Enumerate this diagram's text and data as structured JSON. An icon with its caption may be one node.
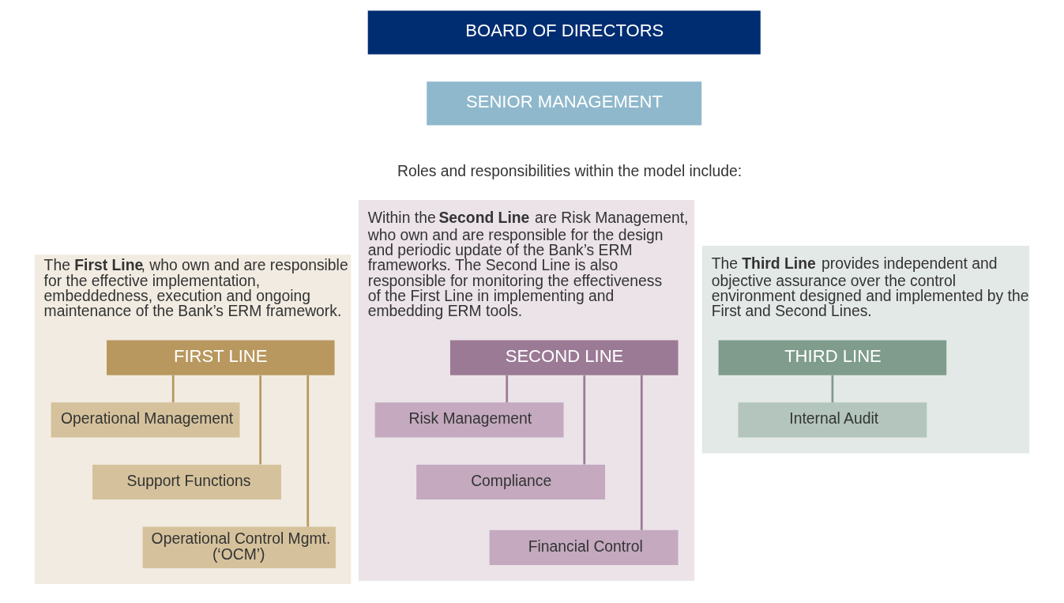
{
  "diagram": {
    "nodes": [
      {
        "text": [
          "BOARD OF DIRECTORS"
        ]
      },
      {
        "text": [
          "SENIOR MANAGEMENT"
        ]
      },
      {
        "text": [
          "The **First Line**, who own and are responsible for the effective implementation, embeddedness, execution and ongoing maintenance of the Bank’s ERM framework."
        ]
      },
      {
        "text": [
          "FIRST LINE"
        ],
        "in": 2
      },
      {
        "text": [
          "Operational Management"
        ],
        "in": 2
      },
      {
        "text": [
          "Support Functions"
        ],
        "in": 2
      },
      {
        "text": [
          "Operational Control Mgmt. (‘OCM’)"
        ],
        "in": 2
      },
      {
        "text": [
          "Within the **Second Line** are Risk Management, who own and are responsible for the design and periodic update of the Bank’s ERM frameworks. The Second Line is also responsible for monitoring the effectiveness of the First Line in implementing and embedding ERM tools."
        ]
      },
      {
        "text": [
          "SECOND LINE"
        ],
        "in": 7
      },
      {
        "text": [
          "Risk Management"
        ],
        "in": 7
      },
      {
        "text": [
          "Compliance"
        ],
        "in": 7
      },
      {
        "text": [
          "Financial Control"
        ],
        "in": 7
      },
      {
        "text": [
          "The **Third Line** provides independent and objective assurance over the control environment designed and implemented by the First and Second Lines."
        ]
      },
      {
        "text": [
          "THIRD LINE"
        ],
        "in": 12
      },
      {
        "text": [
          "Internal Audit"
        ],
        "in": 12
      }
    ],
    "edges": [
      {
        "from": 3,
        "to": 4,
        "arrow": "none",
        "color": "#b8985e"
      },
      {
        "from": 3,
        "to": 5,
        "arrow": "none",
        "color": "#b8985e"
      },
      {
        "from": 3,
        "to": 6,
        "arrow": "none",
        "color": "#b8985e"
      },
      {
        "from": 8,
        "to": 9,
        "arrow": "none",
        "color": "#9b7a95"
      },
      {
        "from": 8,
        "to": 10,
        "arrow": "none",
        "color": "#9b7a95"
      },
      {
        "from": 8,
        "to": 11,
        "arrow": "none",
        "color": "#9b7a95"
      },
      {
        "from": 13,
        "to": 14,
        "arrow": "none",
        "color": "#7f9c8c"
      }
    ],
    "labels": [
      "Roles and responsibilities within the model include:"
    ]
  }
}
